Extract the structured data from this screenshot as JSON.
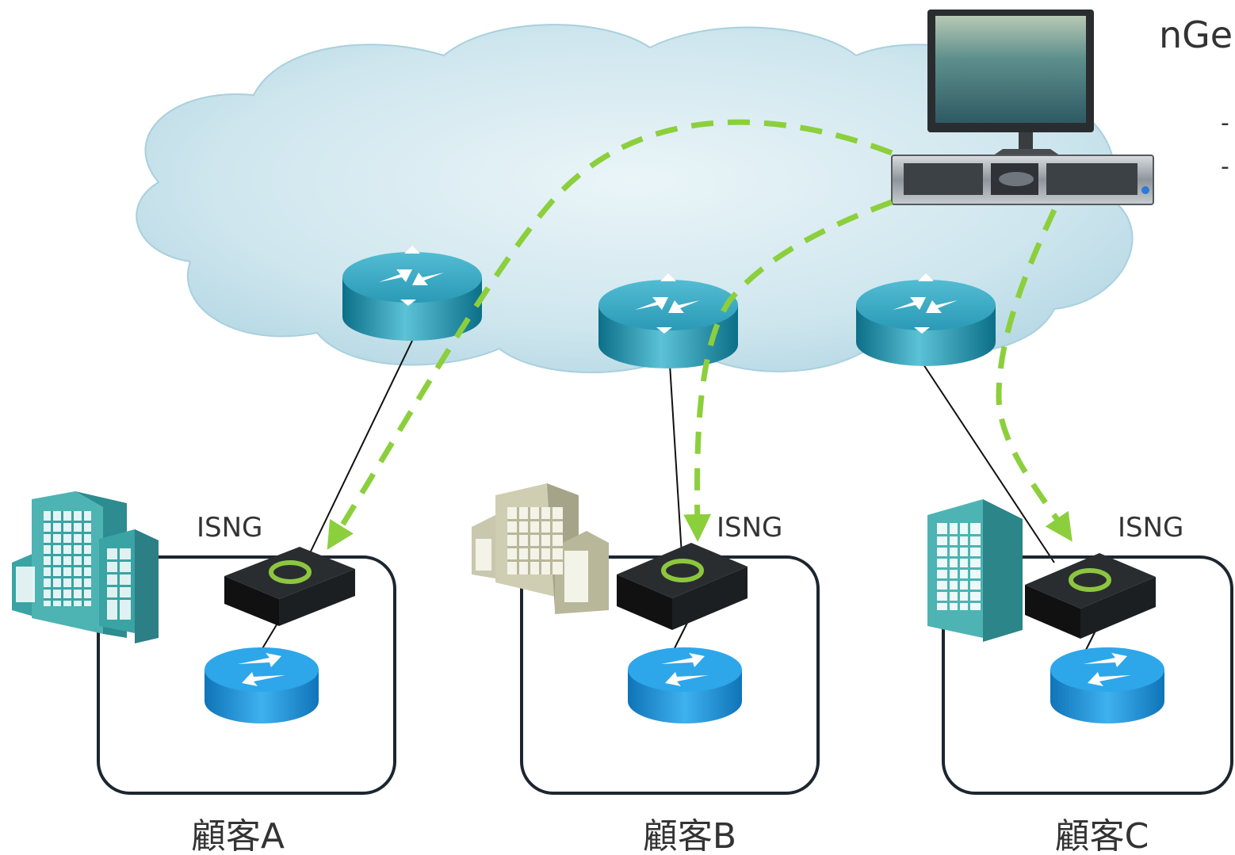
{
  "header": {
    "title_fragment": "nGe"
  },
  "customers": [
    {
      "name": "顧客A",
      "device_label": "ISNG"
    },
    {
      "name": "顧客B",
      "device_label": "ISNG"
    },
    {
      "name": "顧客C",
      "device_label": "ISNG"
    }
  ],
  "icons": {
    "cloud": "cloud-icon",
    "server": "server-workstation-icon",
    "router": "router-icon",
    "gateway": "isng-gateway-icon",
    "building": "office-building-icon"
  },
  "colors": {
    "dashed_path": "#8ccf3c",
    "router_top": "#2fa9c4",
    "router_side": "#0f7b94",
    "customer_router": "#1d8ed4",
    "cloud": "#cfe8f0",
    "gateway_logo": "#8cc63f",
    "building_teal": "#3aa3a3",
    "building_beige": "#b8b79a",
    "box_stroke": "#1c2630"
  }
}
